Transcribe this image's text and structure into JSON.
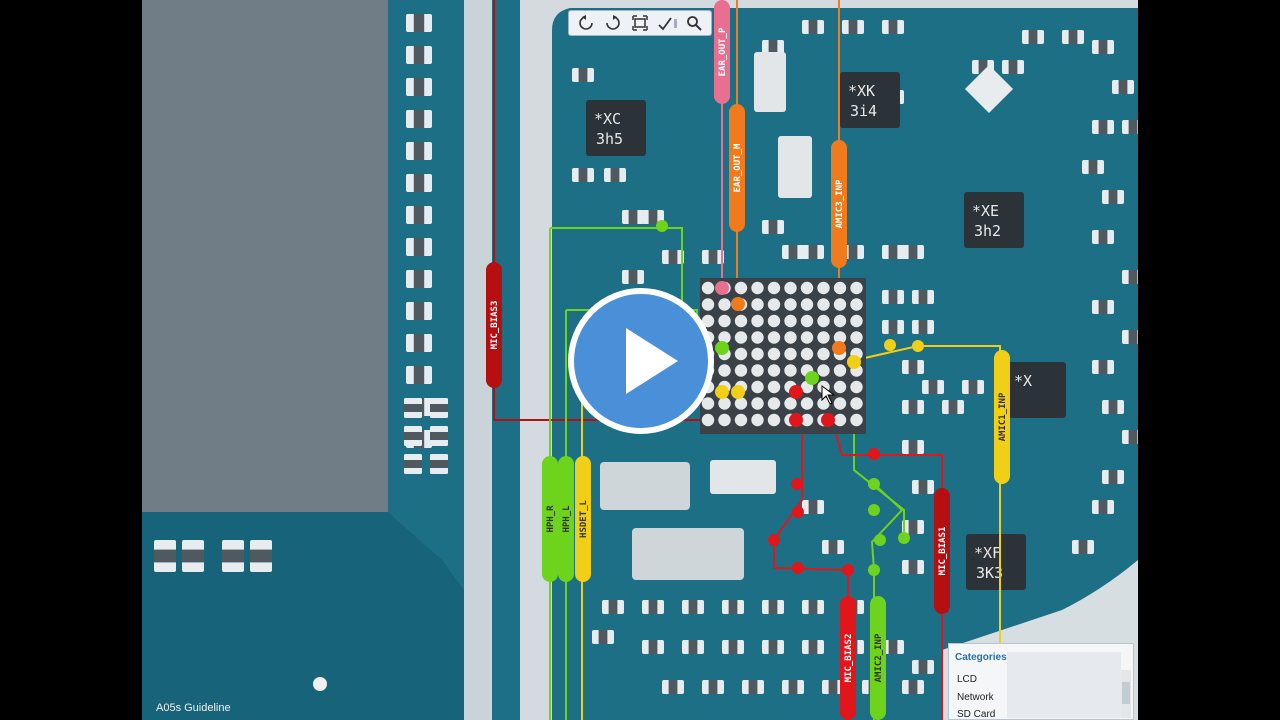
{
  "toolbar": {
    "rotate_left_icon": "rotate-left-icon",
    "rotate_right_icon": "rotate-right-icon",
    "fit_icon": "fit-screen-icon",
    "highlight_icon": "brush-icon",
    "search_icon": "search-icon"
  },
  "chips": [
    {
      "line1": "*XC",
      "line2": "3h5"
    },
    {
      "line1": "*XK",
      "line2": "3i4"
    },
    {
      "line1": "*XE",
      "line2": "3h2"
    },
    {
      "line1": "*XF",
      "line2": "3K3"
    },
    {
      "line1": "*X",
      "line2": ""
    }
  ],
  "nets": {
    "ear_out_p": "EAR_OUT_P",
    "ear_out_m": "EAR_OUT_M",
    "amic3_inp": "AMIC3_INP",
    "mic_bias3": "MIC_BIAS3",
    "amic1_inp": "AMIC1_INP",
    "hph_r": "HPH_R",
    "hph_l": "HPH_L",
    "hsdet_l": "HSDET_L",
    "mic_bias1": "MIC_BIAS1",
    "mic_bias2": "MIC_BIAS2",
    "amic2_inp": "AMIC2_INP"
  },
  "footer": {
    "title": "A05s Guideline"
  },
  "categories": {
    "title": "Categories",
    "items": [
      "LCD",
      "Network",
      "SD Card"
    ]
  },
  "colors": {
    "board": "#1d6f86",
    "pink": "#e86f8f",
    "orange": "#f07a1c",
    "darkred": "#b50f12",
    "yellow": "#f2cf17",
    "green": "#6ed31c",
    "red": "#e0161b",
    "accent": "#4a90d9"
  }
}
